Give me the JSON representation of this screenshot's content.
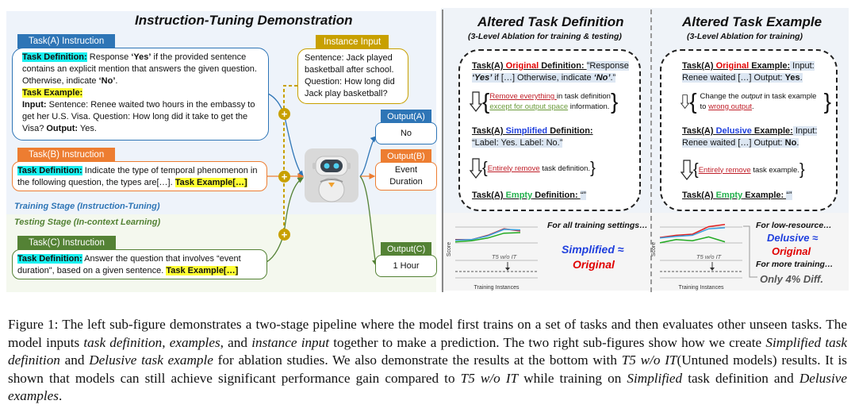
{
  "left_panel": {
    "title": "Instruction-Tuning Demonstration",
    "task_a": {
      "tab": "Task(A) Instruction",
      "def_label": "Task Definition:",
      "def_text_1": " Response ",
      "def_yes": "‘Yes’",
      "def_text_2": " if the provided sentence contains an explicit mention that answers the given question. Otherwise, indicate ",
      "def_no": "‘No’",
      "def_text_3": ".",
      "example_label": "Task Example:",
      "input_label": "Input:",
      "input_text": " Sentence: Renee waited two hours in the embassy to get her U.S. Visa. Question: How long did it take to get the Visa? ",
      "output_label": "Output:",
      "output_text": " Yes."
    },
    "task_b": {
      "tab": "Task(B) Instruction",
      "def_label": "Task Definition:",
      "def_text": " Indicate the type of temporal phenomenon in the following question, the types are[…]. ",
      "example_label": "Task Example[…]"
    },
    "task_c": {
      "tab": "Task(C) Instruction",
      "def_label": "Task Definition:",
      "def_text": "  Answer the question that involves “event duration\", based on a given sentence. ",
      "example_label": "Task Example[…]"
    },
    "instance_input": {
      "tab": "Instance Input",
      "text": "Sentence: Jack played basketball after school. Question: How long did Jack play basketball?"
    },
    "outputs": [
      {
        "tab": "Output(A)",
        "value": "No"
      },
      {
        "tab": "Output(B)",
        "value": "Event Duration"
      },
      {
        "tab": "Output(C)",
        "value": "1 Hour"
      }
    ],
    "training_stage": "Training Stage (Instruction-Tuning)",
    "testing_stage": "Testing Stage (In-context Learning)",
    "model_icon": "robot-icon",
    "plus_symbol": "+"
  },
  "definition_panel": {
    "title": "Altered Task Definition",
    "subtitle": "(3-Level Ablation for training & testing)",
    "original": {
      "prefix": "Task(A) ",
      "level": "Original",
      "suffix": " Definition: ",
      "content_1": "”Response ",
      "content_yes": "‘Yes’",
      "content_2": " if […] Otherwise, indicate ",
      "content_no": "‘No’",
      "content_3": ".”"
    },
    "step1": {
      "red": "Remove everything ",
      "text_1": "in task definition",
      "green": "except for output space",
      "text_2": " information."
    },
    "simplified": {
      "prefix": "Task(A) ",
      "level": "Simplified",
      "suffix": " Definition:",
      "content": "“Label: Yes. Label: No.”"
    },
    "step2": {
      "red": "Entirely remove",
      "text": " task definition."
    },
    "empty": {
      "prefix": "Task(A) ",
      "level": "Empty",
      "suffix": " Definition: ",
      "content": "“”"
    },
    "result": {
      "line1": "For all training settings…",
      "line2": "Simplified ≈",
      "line3": "Original"
    }
  },
  "example_panel": {
    "title": "Altered Task Example",
    "subtitle": "(3-Level Ablation for training)",
    "original": {
      "prefix": "Task(A) ",
      "level": "Original",
      "suffix": " Example:",
      "content_1": " Input: Renee waited […] Output: ",
      "content_bold": "Yes",
      "content_2": "."
    },
    "step1": {
      "text_1": "Change the ",
      "italic": "output",
      "text_2": " in task example to ",
      "red": "wrong output",
      "text_3": "."
    },
    "delusive": {
      "prefix": "Task(A) ",
      "level": "Delusive",
      "suffix": " Example:",
      "content_1": " Input: Renee waited […] Output: ",
      "content_bold": "No",
      "content_2": "."
    },
    "step2": {
      "red": "Entirely remove",
      "text": " task example."
    },
    "empty": {
      "prefix": "Task(A) ",
      "level": "Empty",
      "suffix": " Example: ",
      "content": "“”"
    },
    "result": {
      "line1": "For low-resource…",
      "line2": "Delusive ≈",
      "line3": "Original",
      "line4": "For more training…",
      "line5": "Only 4% Diff."
    }
  },
  "mini_charts": {
    "ylabel": "Score",
    "xlabel": "Training Instances",
    "baseline_label": "T5 w/o IT",
    "definition_chart": {
      "series": [
        {
          "name": "Original",
          "color": "#c0303a",
          "values": [
            0.62,
            0.62,
            0.7,
            0.82,
            0.78
          ]
        },
        {
          "name": "Simplified",
          "color": "#3aa0e0",
          "values": [
            0.61,
            0.62,
            0.69,
            0.81,
            0.8
          ]
        },
        {
          "name": "Empty",
          "color": "#22aa22",
          "values": [
            0.58,
            0.6,
            0.65,
            0.74,
            0.75
          ]
        }
      ]
    },
    "example_chart": {
      "series": [
        {
          "name": "Original",
          "color": "#e02020",
          "values": [
            0.66,
            0.7,
            0.72,
            0.86,
            0.9
          ]
        },
        {
          "name": "Delusive",
          "color": "#3aa0e0",
          "values": [
            0.65,
            0.68,
            0.7,
            0.82,
            0.84
          ]
        },
        {
          "name": "Empty",
          "color": "#22aa22",
          "values": [
            0.56,
            0.62,
            0.6,
            0.67,
            0.58
          ]
        }
      ]
    }
  },
  "caption": {
    "label": "Figure 1:",
    "t1": " The left sub-figure demonstrates a two-stage pipeline where the model first trains on a set of tasks and then evaluates other unseen tasks. The model inputs ",
    "i1": "task definition",
    "t2": ", ",
    "i2": "examples",
    "t3": ", and ",
    "i3": "instance input",
    "t4": " together to make a prediction. The two right sub-figures show how we create ",
    "i4": "Simplified task definition",
    "t5": " and ",
    "i5": "Delusive task example",
    "t6": " for ablation studies. We also demonstrate the results at the bottom with ",
    "i6": "T5 w/o IT",
    "t7": "(Untuned models) results. It is shown that models can still achieve significant performance gain compared to ",
    "i7": "T5 w/o IT",
    "t8": " while training on ",
    "i8": "Simplified",
    "t9": " task definition and ",
    "i9": "Delusive examples",
    "t10": "."
  },
  "colors": {
    "task_a": "#2e75b6",
    "task_b": "#ed7d31",
    "task_c": "#548235",
    "instance": "#c8a000",
    "training_stage": "#2e75b6",
    "testing_stage": "#548235"
  }
}
